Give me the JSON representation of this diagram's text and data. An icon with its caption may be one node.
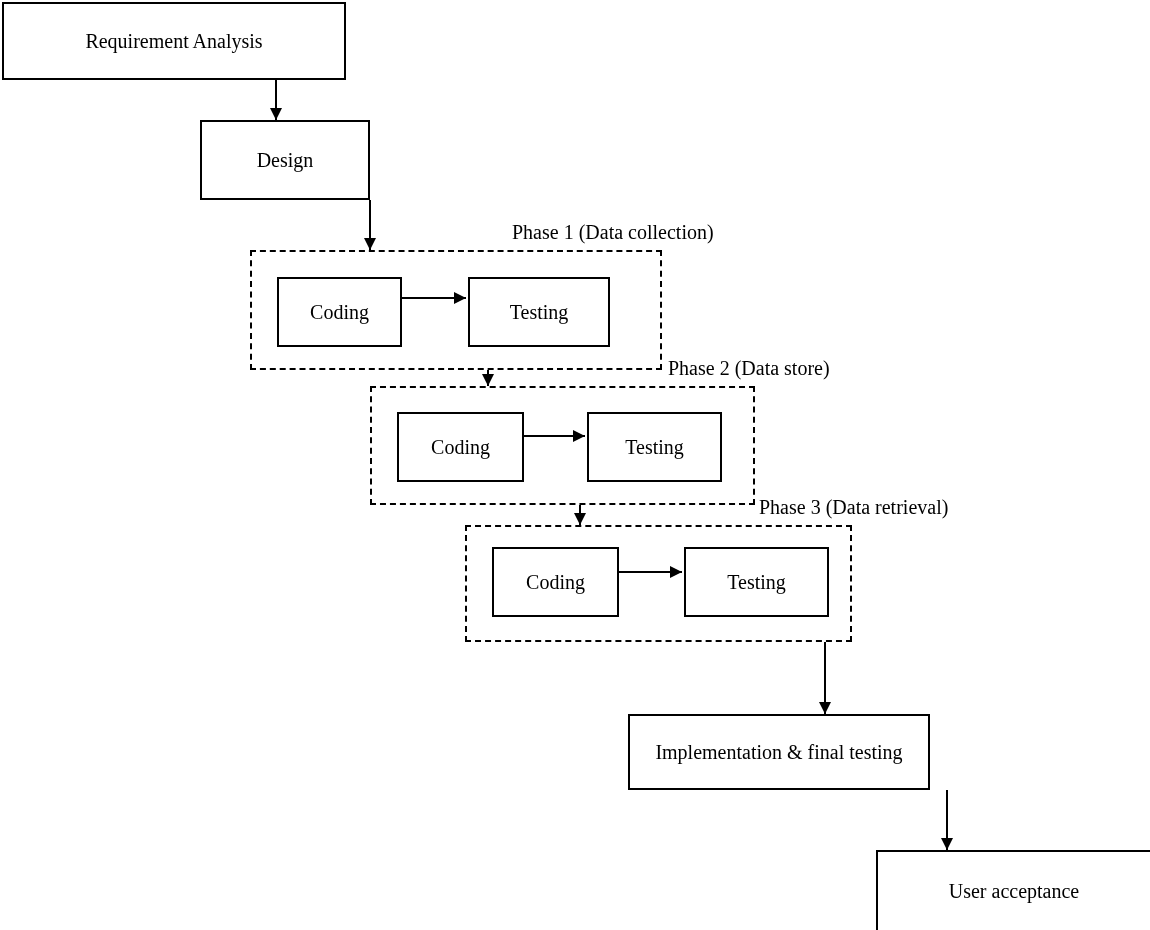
{
  "diagram": {
    "nodes": [
      {
        "text": [
          "Requirement Analysis"
        ]
      },
      {
        "text": [
          "Design"
        ]
      },
      {
        "text": [
          "Phase 1 (Data collection)"
        ]
      },
      {
        "text": [
          "Coding"
        ],
        "in": 2
      },
      {
        "text": [
          "Testing"
        ],
        "in": 2
      },
      {
        "text": [
          "Phase 2 (Data store)"
        ]
      },
      {
        "text": [
          "Coding"
        ],
        "in": 5
      },
      {
        "text": [
          "Testing"
        ],
        "in": 5
      },
      {
        "text": [
          "Phase 3 (Data retrieval)"
        ]
      },
      {
        "text": [
          "Coding"
        ],
        "in": 8
      },
      {
        "text": [
          "Testing"
        ],
        "in": 8
      },
      {
        "text": [
          "Implementation & final testing"
        ]
      },
      {
        "text": [
          "User acceptance"
        ]
      }
    ],
    "edges": [
      {
        "from": 0,
        "to": 1,
        "arrow": "to"
      },
      {
        "from": 1,
        "to": 2,
        "arrow": "to"
      },
      {
        "from": 3,
        "to": 4,
        "arrow": "to"
      },
      {
        "from": 2,
        "to": 5,
        "arrow": "to"
      },
      {
        "from": 6,
        "to": 7,
        "arrow": "to"
      },
      {
        "from": 5,
        "to": 8,
        "arrow": "to"
      },
      {
        "from": 9,
        "to": 10,
        "arrow": "to"
      },
      {
        "from": 8,
        "to": 11,
        "arrow": "to"
      },
      {
        "from": 11,
        "to": 12,
        "arrow": "to"
      }
    ]
  }
}
